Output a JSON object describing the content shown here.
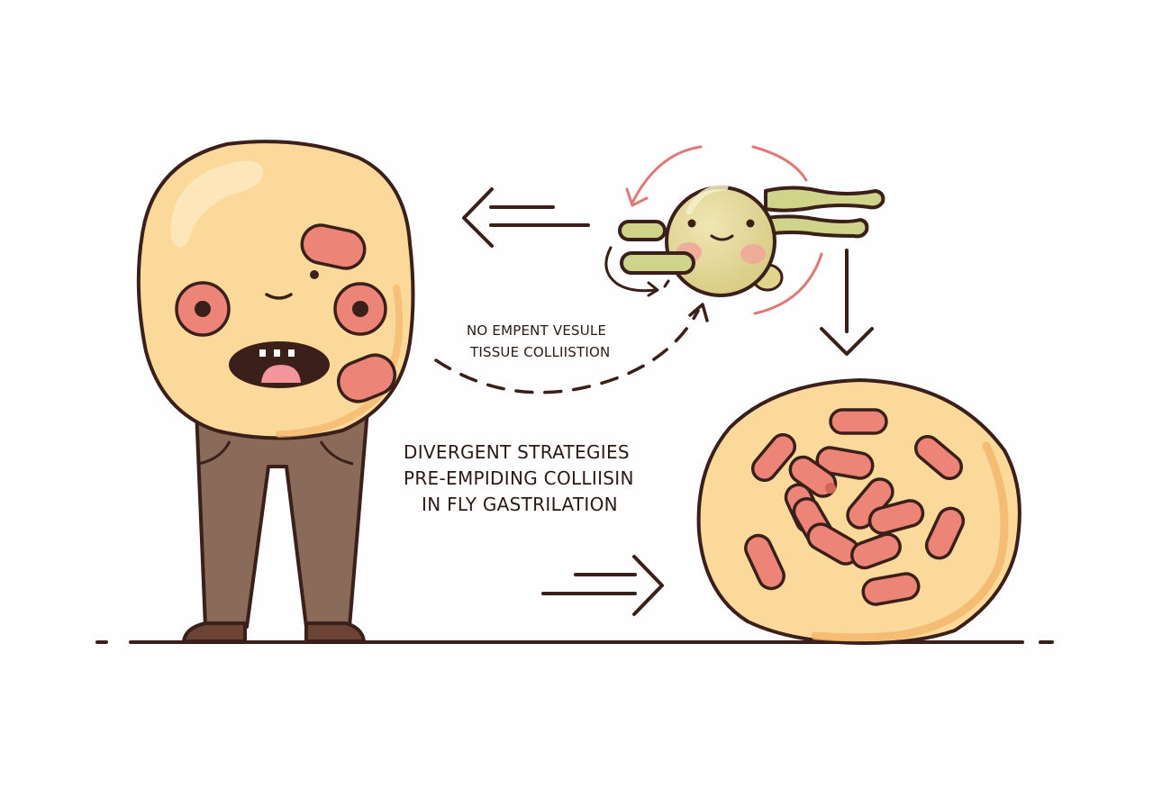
{
  "labels": {
    "annotation": {
      "line1": "NO EMPENT VESULE",
      "line2": "TISSUE COLLIISTION"
    },
    "title": {
      "line1": "DIVERGENT STRATEGIES",
      "line2": "PRE-EMPIDING COLLIISIN",
      "line3": "IN FLY GASTRILATION"
    }
  },
  "figures": {
    "character": "large-cell-character-with-trousers",
    "vesicle": "small-smiling-vesicle-with-flagella",
    "cell": "round-cell-with-clustered-rods"
  },
  "icons": {
    "left_arrow": "double-line-left-arrow",
    "right_arrow": "double-line-right-arrow",
    "down_arrow": "down-arrow",
    "dashed_curve": "dashed-curved-arrow",
    "rotation": "red-circular-rotation-arcs"
  },
  "colors": {
    "outline": "#3a1f1a",
    "skin": "#fbd99a",
    "skin_highlight": "#fde8bf",
    "skin_shadow": "#f4b56a",
    "spot": "#ec8577",
    "pants": "#8a6a58",
    "shoes": "#6b4435",
    "vesicle": "#e8dc9c",
    "flagella": "#cfd48a",
    "rotation_arc": "#dd7a78",
    "cheek": "#f2a49a"
  }
}
